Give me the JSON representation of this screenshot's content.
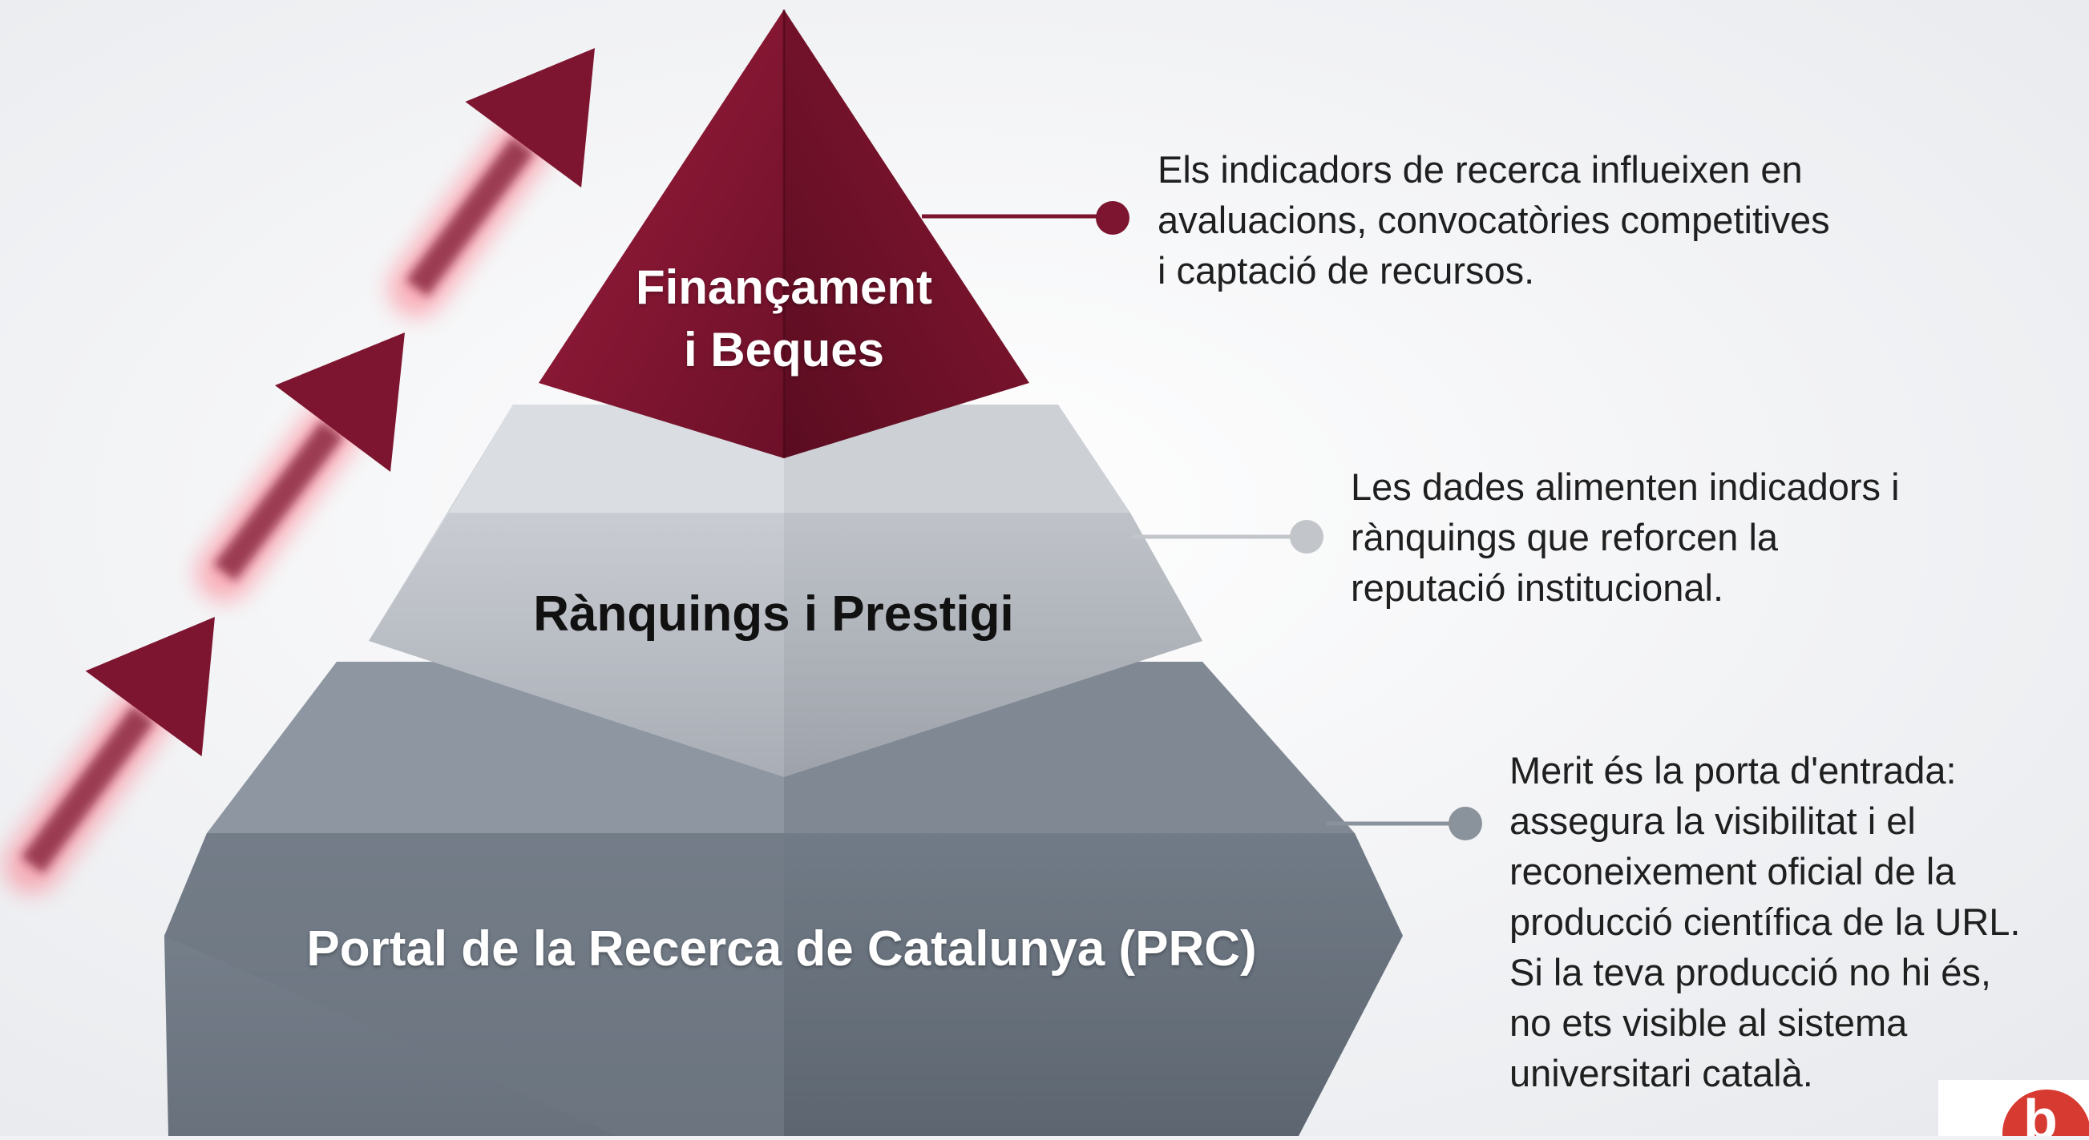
{
  "colors": {
    "background": "#f1f2f5",
    "top_tier": "#7d1530",
    "middle_tier": "#b7bcc4",
    "bottom_tier": "#747e8a",
    "arrow": "#7d1530",
    "text_dark": "#1f1f1f",
    "logo": "#d63a30"
  },
  "tiers": [
    {
      "label": "Finançament\ni Beques",
      "description": "Els indicadors de recerca influeixen en\navaluacions, convocatòries competitives\ni captació de recursos.",
      "marker_color": "#7d1530"
    },
    {
      "label": "Rànquings i Prestigi",
      "description": "Les dades alimenten indicadors i\nrànquings que reforcen la\nreputació institucional.",
      "marker_color": "#c2c5ca"
    },
    {
      "label": "Portal de la Recerca de Catalunya (PRC)",
      "description": "Merit és la porta d'entrada:\nassegura la visibilitat i el\nreconeixement oficial de la\nproducció científica de la URL.\nSi la teva producció no hi és,\nno ets visible al sistema\nuniversitari català.",
      "marker_color": "#8a929c"
    }
  ],
  "arrows": [
    {
      "icon": "up-right-arrow-icon"
    },
    {
      "icon": "up-right-arrow-icon"
    },
    {
      "icon": "up-right-arrow-icon"
    }
  ],
  "logo": {
    "icon": "brand-logo-icon"
  }
}
